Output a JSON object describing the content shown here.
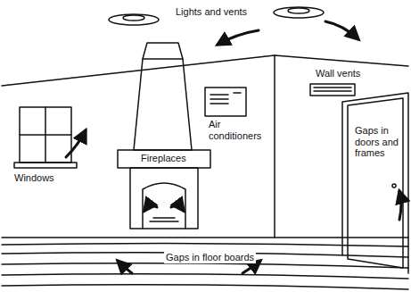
{
  "diagram": {
    "labels": [
      "Lights and vents",
      "Wall vents",
      "Air conditioners",
      "Windows",
      "Fireplaces",
      "Gaps in doors and frames",
      "Gaps in floor boards"
    ]
  }
}
